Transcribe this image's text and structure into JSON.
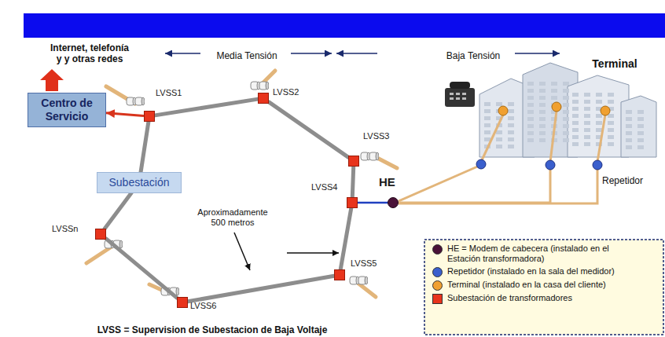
{
  "diagram": {
    "nodes": [
      {
        "text": [
          "Centro de Servicio"
        ]
      },
      {
        "text": [
          "LVSS1"
        ]
      },
      {
        "text": [
          "LVSS2"
        ]
      },
      {
        "text": [
          "LVSS3"
        ]
      },
      {
        "text": [
          "Subestación"
        ]
      },
      {
        "text": [
          "LVSS4"
        ]
      },
      {
        "text": [
          "HE"
        ]
      },
      {
        "text": [
          "LVSSn"
        ]
      },
      {
        "text": [
          "LVSS5"
        ]
      },
      {
        "text": [
          "LVSS6"
        ]
      }
    ],
    "edges": [
      {
        "from": 1,
        "to": 0,
        "arrow": "to"
      },
      {
        "from": 1,
        "to": 2,
        "arrow": "none"
      },
      {
        "from": 2,
        "to": 3,
        "arrow": "none"
      },
      {
        "from": 3,
        "to": 5,
        "arrow": "none"
      },
      {
        "from": 5,
        "to": 8,
        "arrow": "none"
      },
      {
        "from": 8,
        "to": 9,
        "arrow": "none"
      },
      {
        "from": 9,
        "to": 7,
        "arrow": "none"
      },
      {
        "from": 7,
        "to": 4,
        "arrow": "none"
      },
      {
        "from": 4,
        "to": 1,
        "arrow": "none"
      },
      {
        "from": 5,
        "to": 6,
        "arrow": "none"
      }
    ],
    "labels": [
      "Internet, telefonía y y otras redes",
      "Media Tensión",
      "Baja Tensión",
      "Terminal",
      "Repetidor",
      "Aproximadamente 500 metros",
      "LVSS = Supervision de Subestacion de Baja Voltaje"
    ],
    "legend": [
      {
        "text": "HE = Modem de cabecera (instalado en el Estación transformadora)",
        "color": "#4a1238"
      },
      {
        "text": "Repetidor (instalado en la sala del medidor)",
        "color": "#3a5fcd"
      },
      {
        "text": "Terminal (instalado en la casa del cliente)",
        "color": "#f0a030"
      },
      {
        "text": "Subestación de transformadores",
        "color": "#e8341c"
      }
    ]
  }
}
